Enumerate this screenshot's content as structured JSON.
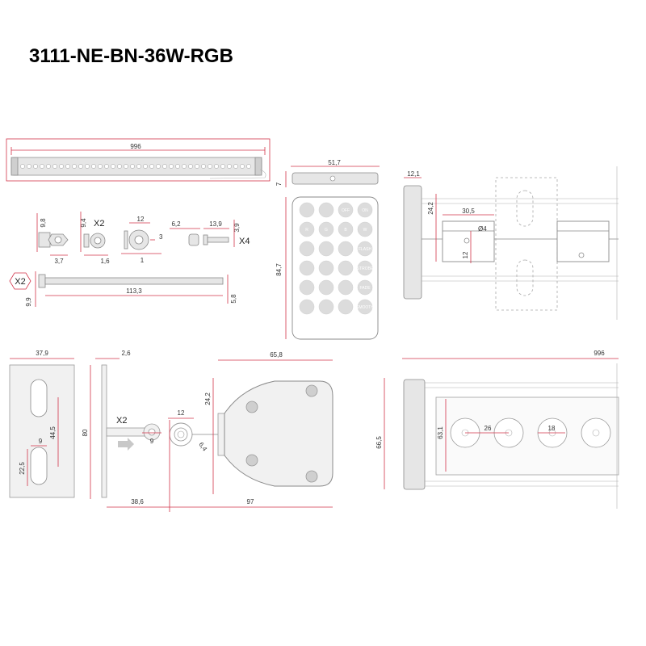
{
  "title": "3111-NE-BN-36W-RGB",
  "quantities": {
    "nut": "X2",
    "bolt": "X4",
    "hex_bolt": "X2",
    "bracket": "X2"
  },
  "dimensions": {
    "fixture_length_top": "996",
    "nut_a_height": "9,8",
    "nut_a_width": "3,7",
    "washer_height": "9,4",
    "washer_width": "1,6",
    "spring_nut_dia": "12",
    "spring_nut_gap": "3",
    "spring_nut_thickness": "1",
    "small_nut_width": "6,2",
    "bolt_length": "13,9",
    "bolt_head": "3,9",
    "hex_bolt_length": "113,3",
    "hex_bolt_head": "9,9",
    "hex_bolt_dia": "5,8",
    "remote_width": "51,7",
    "remote_depth": "7",
    "remote_height": "84,7",
    "side_depth": "12,1",
    "side_height": "24,2",
    "clamp_width": "30,5",
    "clamp_height": "12",
    "clamp_hole": "Ø4",
    "plate_width": "37,9",
    "plate_slot_spacing": "44,5",
    "plate_slot_width": "9",
    "plate_slot_height": "22,5",
    "bracket_thickness": "2,6",
    "bracket_height": "80",
    "bracket_offset": "38,6",
    "ring_dia": "9",
    "pivot_dia": "12",
    "pivot_hole": "6,4",
    "end_cap_width": "65,8",
    "end_cap_height": "24,2",
    "end_cap_length": "97",
    "front_length": "996",
    "front_height": "66,5",
    "front_inner_height": "63,1",
    "lens_pitch": "26",
    "lens_dia": "18"
  },
  "remote_buttons": [
    "OFF",
    "ON",
    "R",
    "G",
    "B",
    "W",
    "FLASH",
    "STROBE",
    "FADE",
    "SMOOTH"
  ]
}
